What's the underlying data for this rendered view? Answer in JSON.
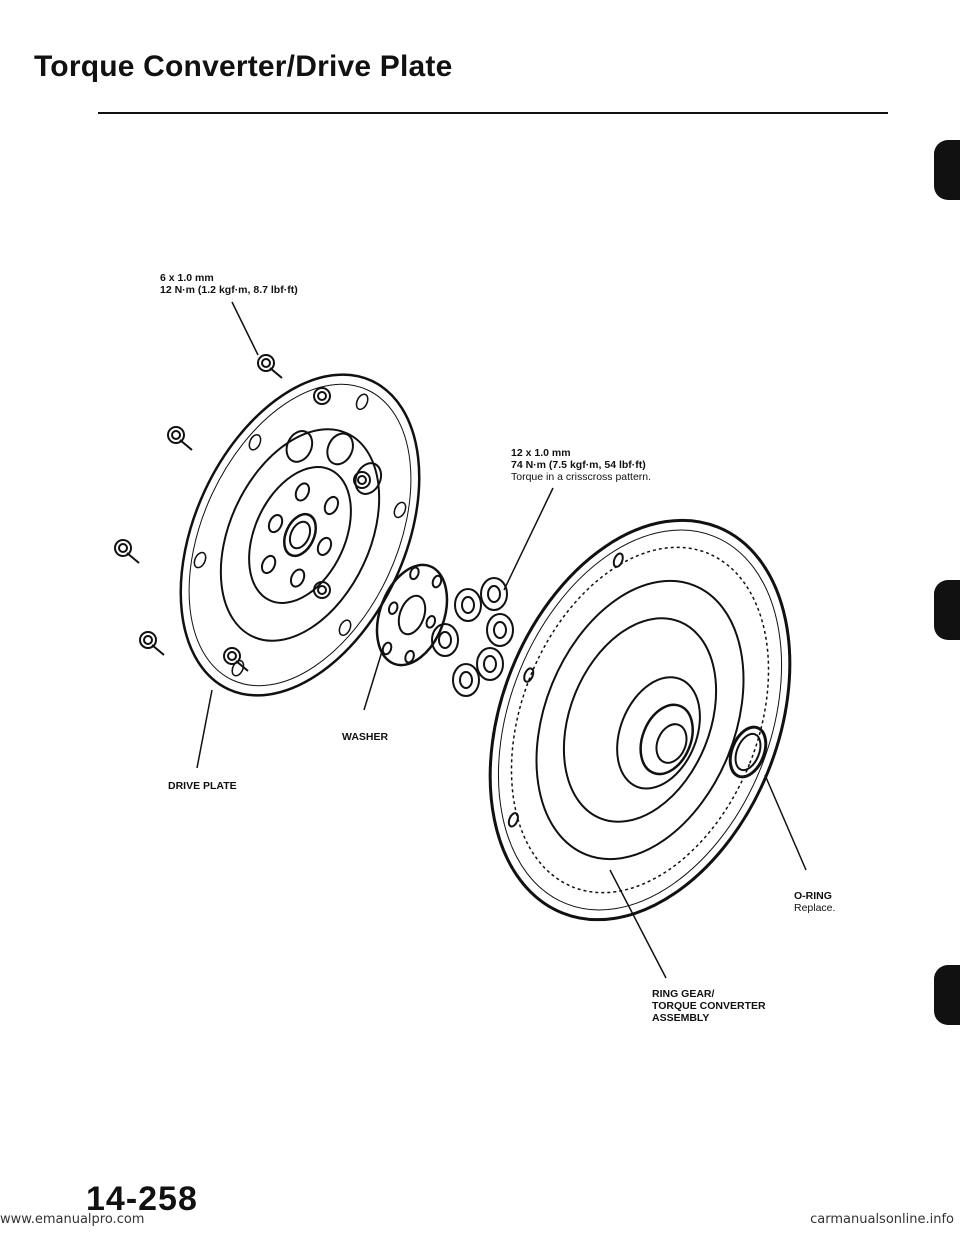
{
  "header": {
    "title": "Torque Converter/Drive Plate"
  },
  "labels": {
    "small_bolt": {
      "size": "6 x 1.0 mm",
      "torque": "12 N·m (1.2 kgf·m, 8.7 lbf·ft)"
    },
    "large_bolt": {
      "size": "12 x 1.0 mm",
      "torque": "74 N·m (7.5 kgf·m, 54 lbf·ft)",
      "note": "Torque in a crisscross pattern."
    },
    "washer": "WASHER",
    "drive_plate": "DRIVE PLATE",
    "o_ring": {
      "name": "O-RING",
      "note": "Replace."
    },
    "ring_gear": {
      "line1": "RING GEAR/",
      "line2": "TORQUE CONVERTER",
      "line3": "ASSEMBLY"
    }
  },
  "footer": {
    "page_number": "14-258",
    "url": "www.emanualpro.com",
    "logo": "carmanualsonline.info"
  }
}
